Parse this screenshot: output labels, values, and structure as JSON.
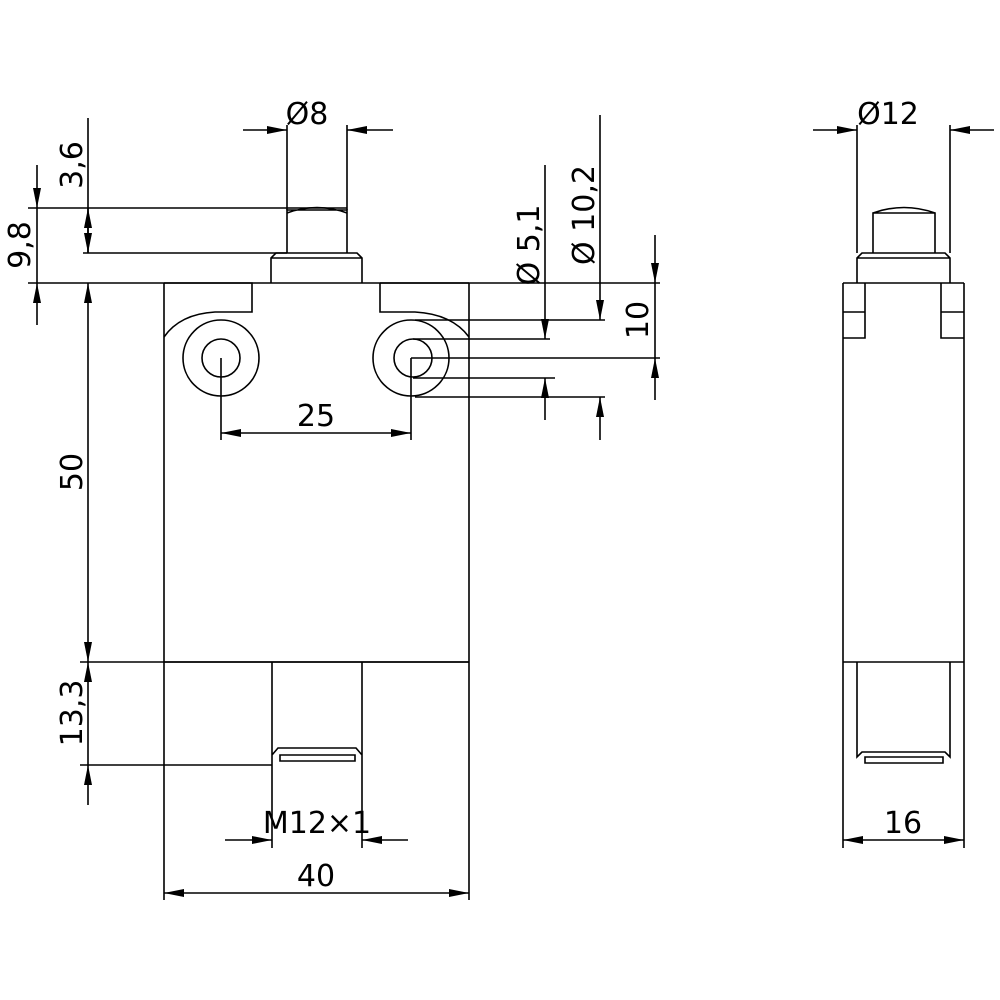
{
  "drawing": {
    "front_view": {
      "dims": {
        "plunger_diameter": "Ø8",
        "plunger_height": "3,6",
        "total_plunger": "9,8",
        "body_height": "50",
        "stem_height": "13,3",
        "hole_spacing": "25",
        "hole_diameter": "Ø 5,1",
        "counterbore_diameter": "Ø 10,2",
        "hole_offset": "10",
        "thread": "M12×1",
        "body_width": "40"
      }
    },
    "side_view": {
      "dims": {
        "collar_diameter": "Ø12",
        "body_depth": "16"
      }
    },
    "line_color": "#000000",
    "background": "#ffffff"
  }
}
